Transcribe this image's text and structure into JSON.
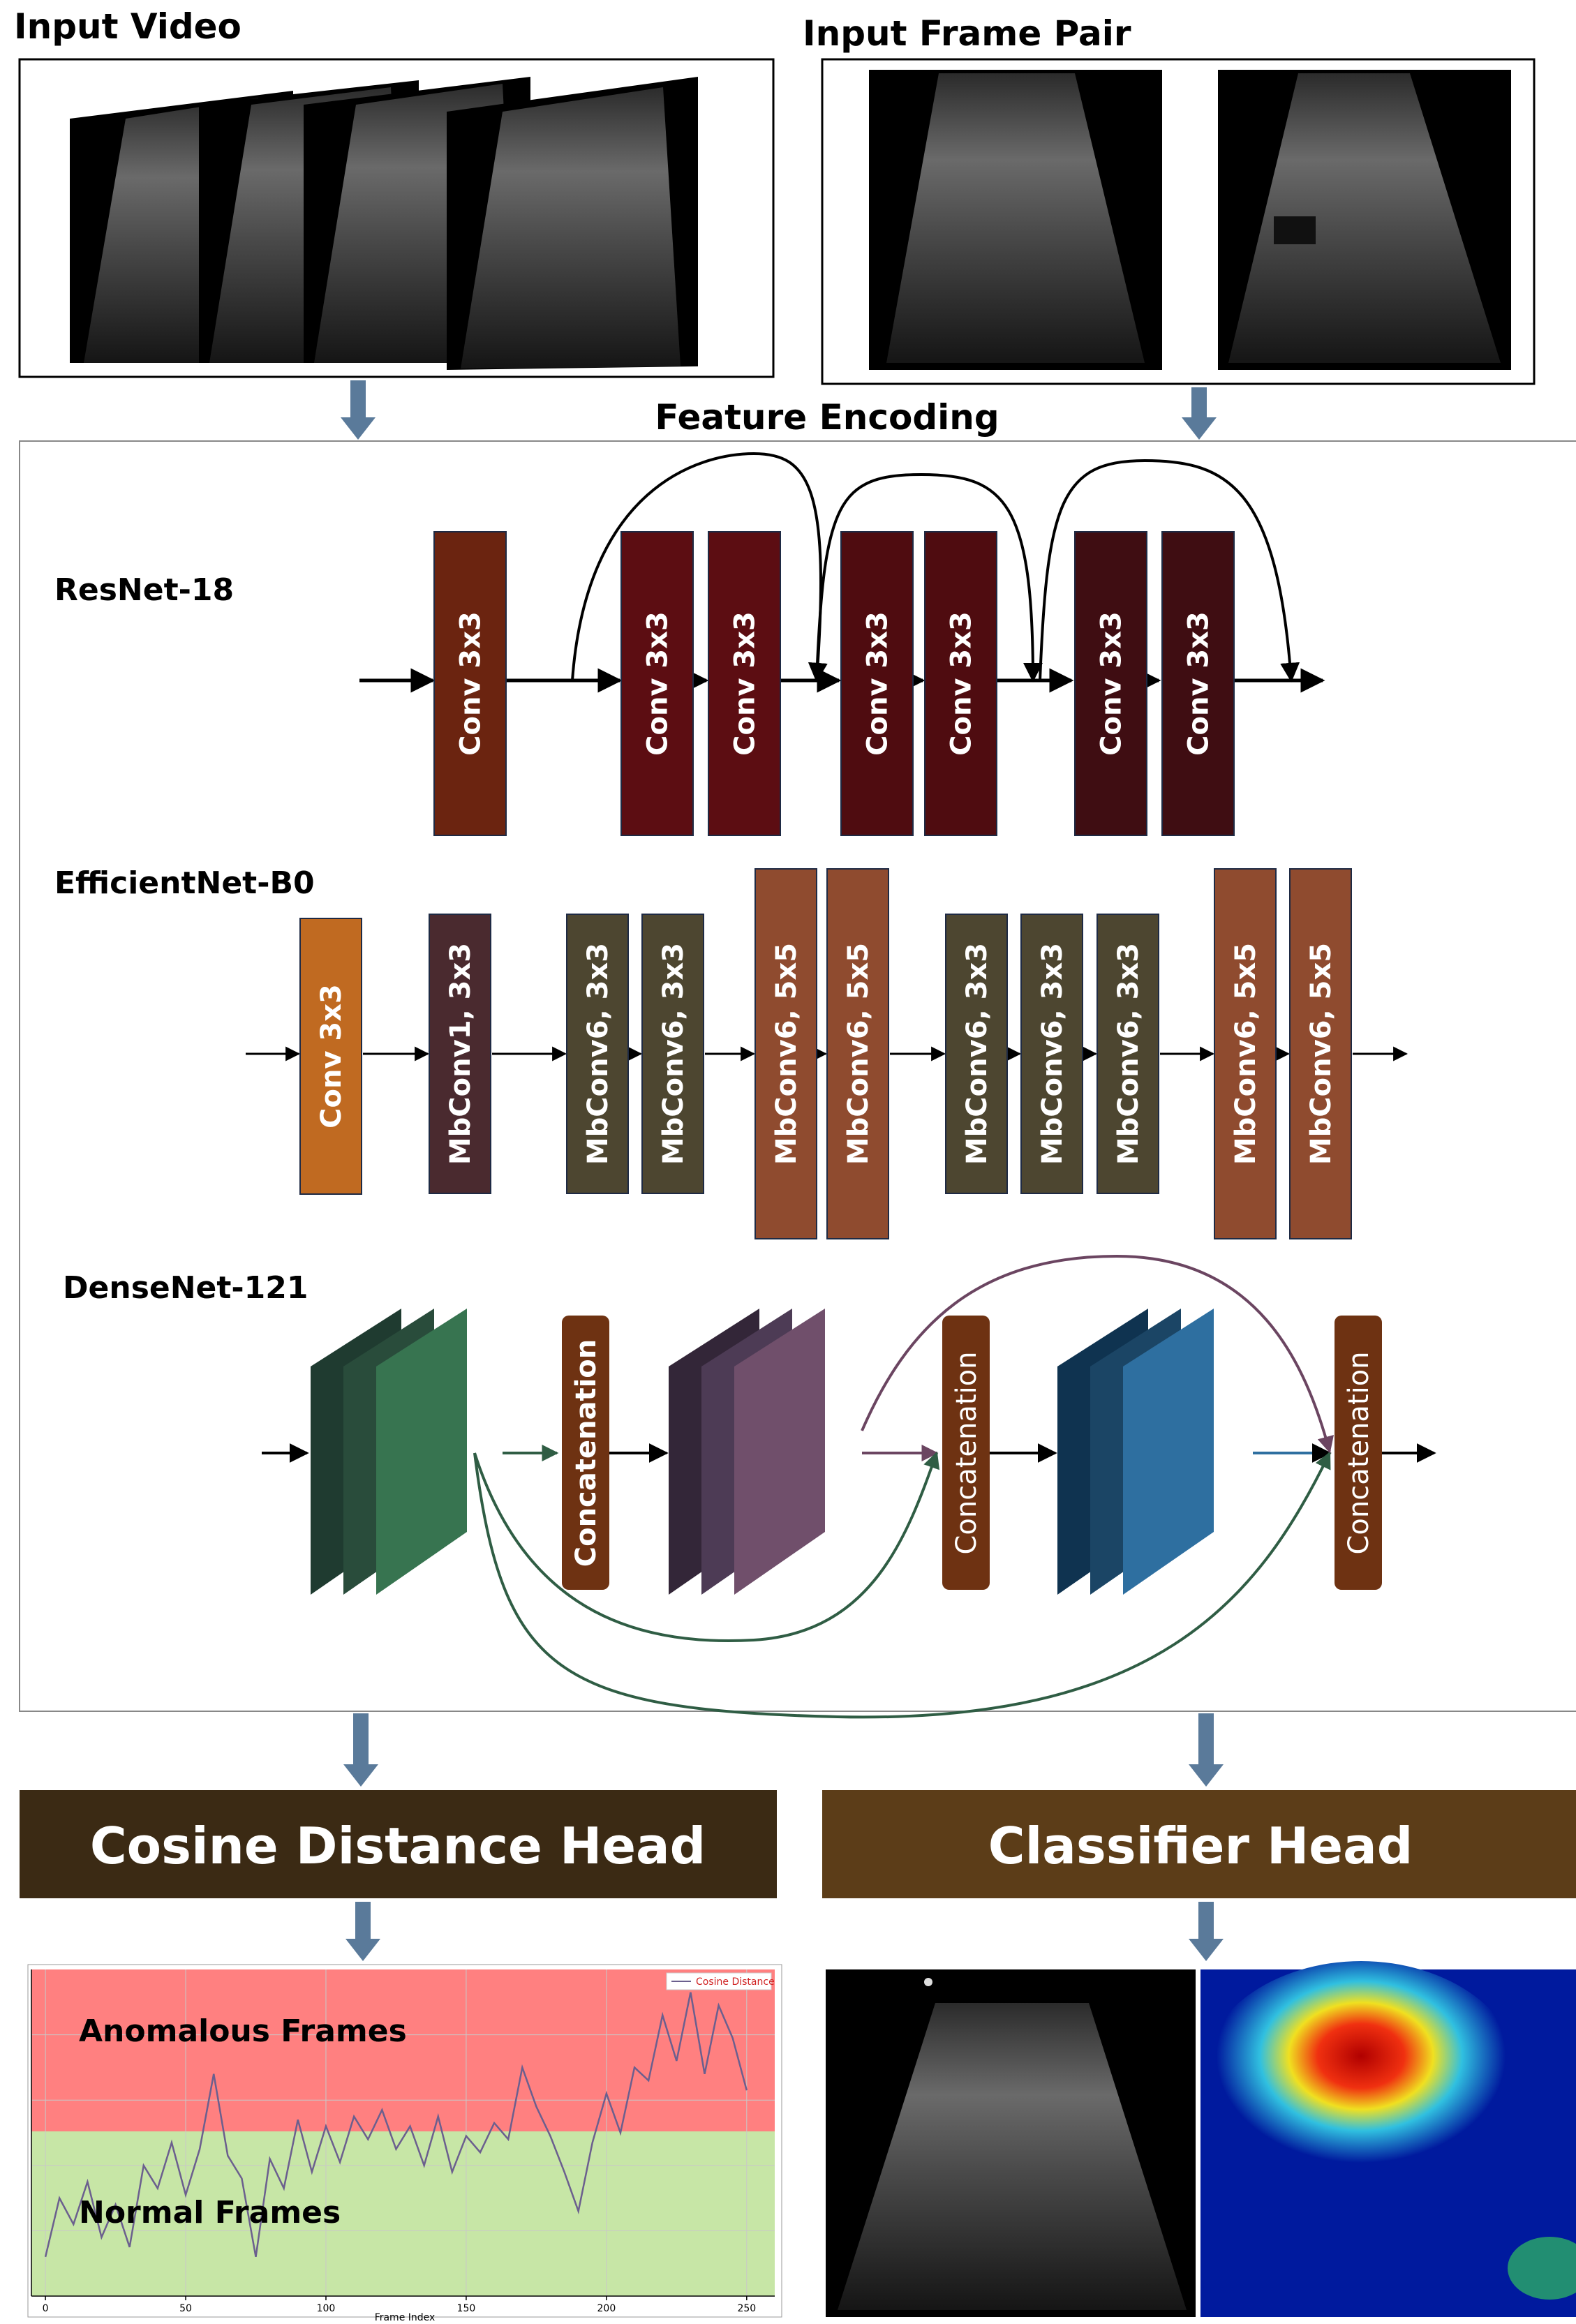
{
  "titles": {
    "input_video": "Input Video",
    "input_frame_pair": "Input Frame Pair",
    "feature_encoding": "Feature Encoding"
  },
  "resnet": {
    "label": "ResNet-18",
    "blocks": [
      "Conv 3x3",
      "Conv 3x3",
      "Conv 3x3",
      "Conv 3x3",
      "Conv 3x3",
      "Conv 3x3",
      "Conv 3x3"
    ],
    "colors": [
      "#6b2410",
      "#5c0d12",
      "#5c0d12",
      "#4f0c10",
      "#4f0c10",
      "#3f0d12",
      "#3f0d12"
    ]
  },
  "efficientnet": {
    "label": "EfficientNet-B0",
    "blocks": [
      "Conv 3x3",
      "MbConv1, 3x3",
      "MbConv6, 3x3",
      "MbConv6, 3x3",
      "MbConv6, 5x5",
      "MbConv6, 5x5",
      "MbConv6, 3x3",
      "MbConv6, 3x3",
      "MbConv6, 3x3",
      "MbConv6, 5x5",
      "MbConv6, 5x5"
    ],
    "colors": [
      "#c06a21",
      "#4a2a2f",
      "#4d4630",
      "#4d4630",
      "#8f4b2f",
      "#8f4b2f",
      "#4d4630",
      "#4d4630",
      "#4d4630",
      "#8f4b2f",
      "#8f4b2f"
    ]
  },
  "densenet": {
    "label": "DenseNet-121",
    "concat_label": "Concatenation",
    "stack_colors": {
      "green": [
        "#1f3b30",
        "#294c3b",
        "#377450"
      ],
      "purple": [
        "#332638",
        "#4d3b55",
        "#704f6b"
      ],
      "blue": [
        "#0f3350",
        "#1b4565",
        "#2e6fa0"
      ]
    },
    "concat_color": "#6e3212"
  },
  "heads": {
    "cosine": "Cosine Distance Head",
    "classifier": "Classifier Head",
    "cosine_color": "#3b2a14",
    "classifier_color": "#5c3d18"
  },
  "cosine_plot": {
    "legend": "Cosine Distance",
    "anomalous_label": "Anomalous Frames",
    "normal_label": "Normal Frames",
    "xlabel": "Frame Index",
    "x_ticks": [
      "0",
      "50",
      "100",
      "150",
      "200",
      "250"
    ],
    "anomalous_color": "#ff8080",
    "normal_color": "#c7e6a6"
  },
  "colors": {
    "arrow_blue": "#5a7a9a"
  },
  "chart_data": {
    "type": "line",
    "xlabel": "Frame Index",
    "x_ticks": [
      0,
      50,
      100,
      150,
      200,
      250
    ],
    "xlim": [
      -5,
      260
    ],
    "series": [
      {
        "name": "Cosine Distance",
        "x": [
          0,
          5,
          10,
          15,
          20,
          25,
          30,
          35,
          40,
          45,
          50,
          55,
          60,
          65,
          70,
          75,
          80,
          85,
          90,
          95,
          100,
          105,
          110,
          115,
          120,
          125,
          130,
          135,
          140,
          145,
          150,
          155,
          160,
          165,
          170,
          175,
          180,
          185,
          190,
          195,
          200,
          205,
          210,
          215,
          220,
          225,
          230,
          235,
          240,
          245,
          250
        ],
        "values": [
          0.12,
          0.3,
          0.22,
          0.35,
          0.18,
          0.28,
          0.15,
          0.4,
          0.33,
          0.47,
          0.31,
          0.45,
          0.68,
          0.43,
          0.36,
          0.12,
          0.42,
          0.33,
          0.54,
          0.38,
          0.52,
          0.41,
          0.55,
          0.48,
          0.57,
          0.45,
          0.52,
          0.4,
          0.55,
          0.38,
          0.49,
          0.44,
          0.53,
          0.48,
          0.7,
          0.58,
          0.49,
          0.38,
          0.26,
          0.47,
          0.62,
          0.5,
          0.7,
          0.66,
          0.86,
          0.72,
          0.93,
          0.68,
          0.89,
          0.79,
          0.63
        ]
      }
    ]
  }
}
